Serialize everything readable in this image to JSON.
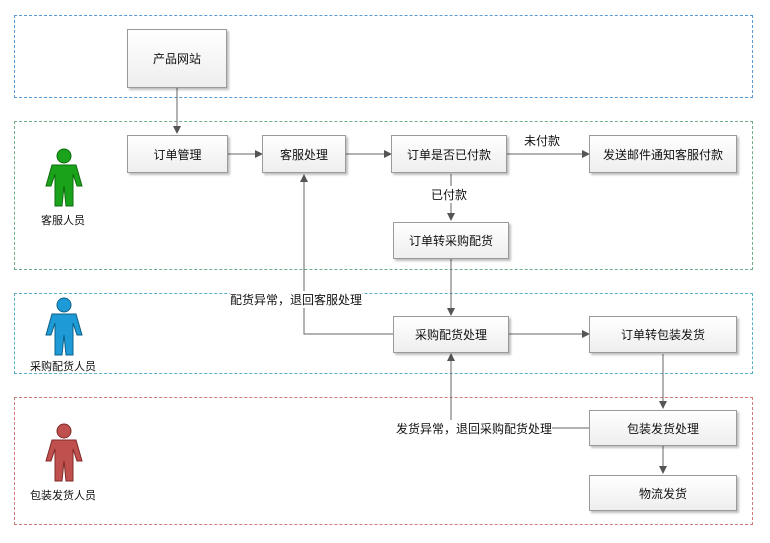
{
  "lanes": {
    "product": {
      "color": "#5b9bd5"
    },
    "service": {
      "color": "#70ad8a"
    },
    "purchase": {
      "color": "#5bb0c8"
    },
    "packing": {
      "color": "#d07a7a"
    }
  },
  "actors": {
    "service": {
      "label": "客服人员",
      "color": "#1aa31a"
    },
    "purchase": {
      "label": "采购配货人员",
      "color": "#1e9bd7"
    },
    "packing": {
      "label": "包装发货人员",
      "color": "#c0504d"
    }
  },
  "nodes": {
    "product_site": "产品网站",
    "order_mgmt": "订单管理",
    "cs_handle": "客服处理",
    "paid_check": "订单是否已付款",
    "send_email": "发送邮件通知客服付款",
    "to_purchase": "订单转采购配货",
    "purchase_handle": "采购配货处理",
    "to_packing": "订单转包装发货",
    "packing_handle": "包装发货处理",
    "logistics": "物流发货"
  },
  "edge_labels": {
    "unpaid": "未付款",
    "paid": "已付款",
    "purchase_exception": "配货异常，退回客服处理",
    "shipping_exception": "发货异常，退回采购配货处理"
  }
}
